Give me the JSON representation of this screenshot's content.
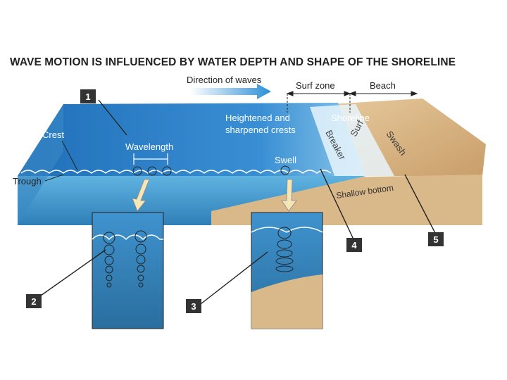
{
  "title": "WAVE MOTION IS INFLUENCED BY WATER DEPTH AND SHAPE OF THE SHORELINE",
  "labels": {
    "direction": "Direction of waves",
    "surf_zone": "Surf zone",
    "beach": "Beach",
    "shoreline": "Shoreline",
    "heightened_1": "Heightened and",
    "heightened_2": "sharpened crests",
    "breaker": "Breaker",
    "surf": "Surf",
    "swash": "Swash",
    "crest": "Crest",
    "trough": "Trough",
    "wavelength": "Wavelength",
    "swell": "Swell",
    "shallow_bottom": "Shallow bottom"
  },
  "callouts": [
    "1",
    "2",
    "3",
    "4",
    "5"
  ],
  "colors": {
    "water_top": "#2f7fc8",
    "water_side": "#4a9fd4",
    "sand": "#d9b88a",
    "callout_bg": "#333333",
    "arrow": "#2b8fd8"
  }
}
